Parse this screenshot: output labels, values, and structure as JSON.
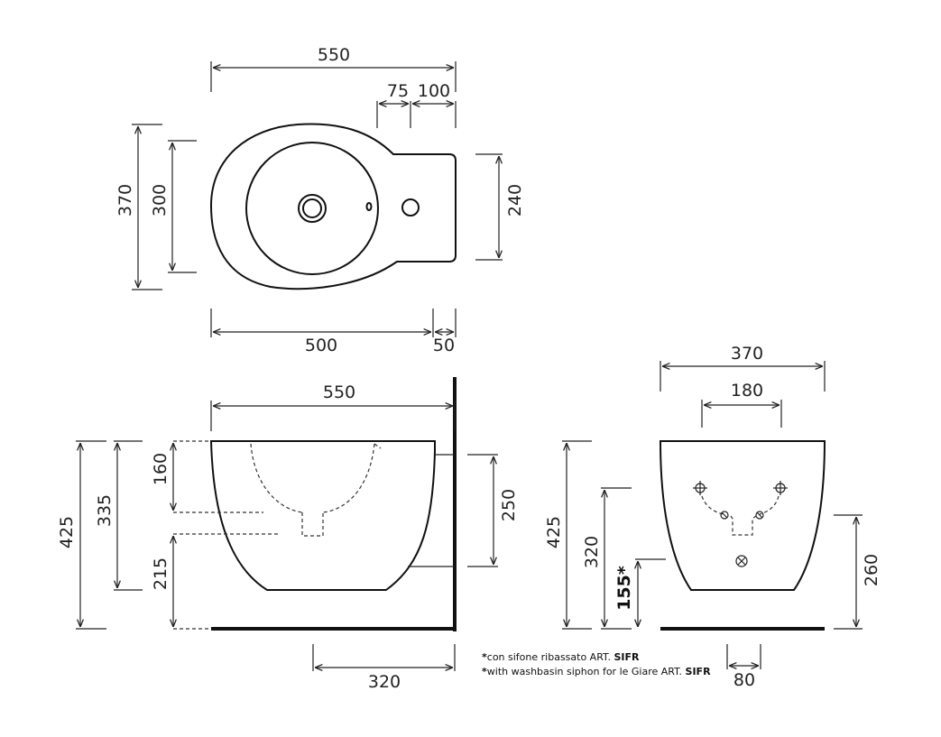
{
  "top_view": {
    "width_total": "550",
    "offset_75": "75",
    "offset_100": "100",
    "depth_total": "370",
    "bowl_depth": "300",
    "rear_depth": "240",
    "bottom_500": "500",
    "bottom_50": "50"
  },
  "side_view": {
    "width": "550",
    "height_total": "425",
    "height_335": "335",
    "top_160": "160",
    "bottom_215": "215",
    "bracket_250": "250",
    "bottom_320": "320"
  },
  "front_view": {
    "width": "370",
    "inner_180": "180",
    "height_total": "425",
    "height_320": "320",
    "siphon_155": "155*",
    "height_260": "260",
    "bottom_80": "80"
  },
  "notes": {
    "line1_text": "con sifone ribassato ART. ",
    "line1_bold": "SIFR",
    "line2_text": "with washbasin siphon for le Giare ART. ",
    "line2_bold": "SIFR",
    "asterisk": "*"
  }
}
